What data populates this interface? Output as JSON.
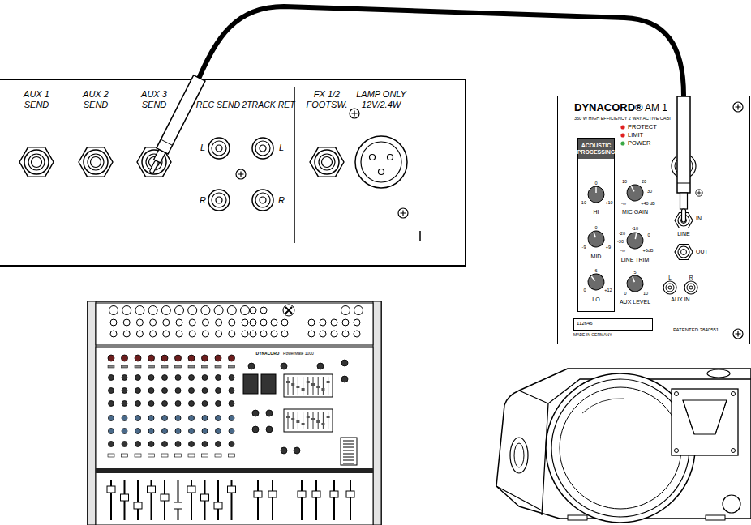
{
  "diagram": {
    "nodes": [
      {
        "text": [
          "AUX 1 SEND",
          "AUX 2 SEND",
          "AUX 3 SEND",
          "REC SEND",
          "2TRACK RET",
          "L",
          "R",
          "L",
          "R",
          "FX 1/2 FOOTSW.",
          "LAMP ONLY 12V/2.4W"
        ]
      },
      {
        "text": [
          "DYNACORD®",
          "AM 1",
          "360 W HIGH EFFICIENCY 2 WAY ACTIVE CABI",
          "PROTECT",
          "LIMIT",
          "POWER",
          "MIC GAIN",
          "LINE TRIM",
          "AUX LEVEL",
          "LINE",
          "IN",
          "OUT",
          "L",
          "R",
          "AUX IN",
          "MADE IN GERMANY",
          "PATENTED 3840551"
        ]
      },
      {
        "text": [
          "ACOUSTIC PROCESSING",
          "HI",
          "MID",
          "LO"
        ],
        "in": 1
      },
      {
        "text": [
          "112646"
        ],
        "in": 1
      }
    ],
    "edges": [
      {
        "from": 0,
        "to": 1,
        "arrow": "none"
      }
    ],
    "labels": [
      "0",
      "-10",
      "+10",
      "0",
      "-9",
      "+9",
      "6",
      "0",
      "+12",
      "10",
      "20",
      "30",
      "-∞",
      "+40 dB",
      "-10",
      "-20",
      "-30",
      "0",
      "-∞",
      "+6dB",
      "5",
      "0",
      "10",
      "DYNACORD",
      "PowerMate 1000"
    ]
  }
}
